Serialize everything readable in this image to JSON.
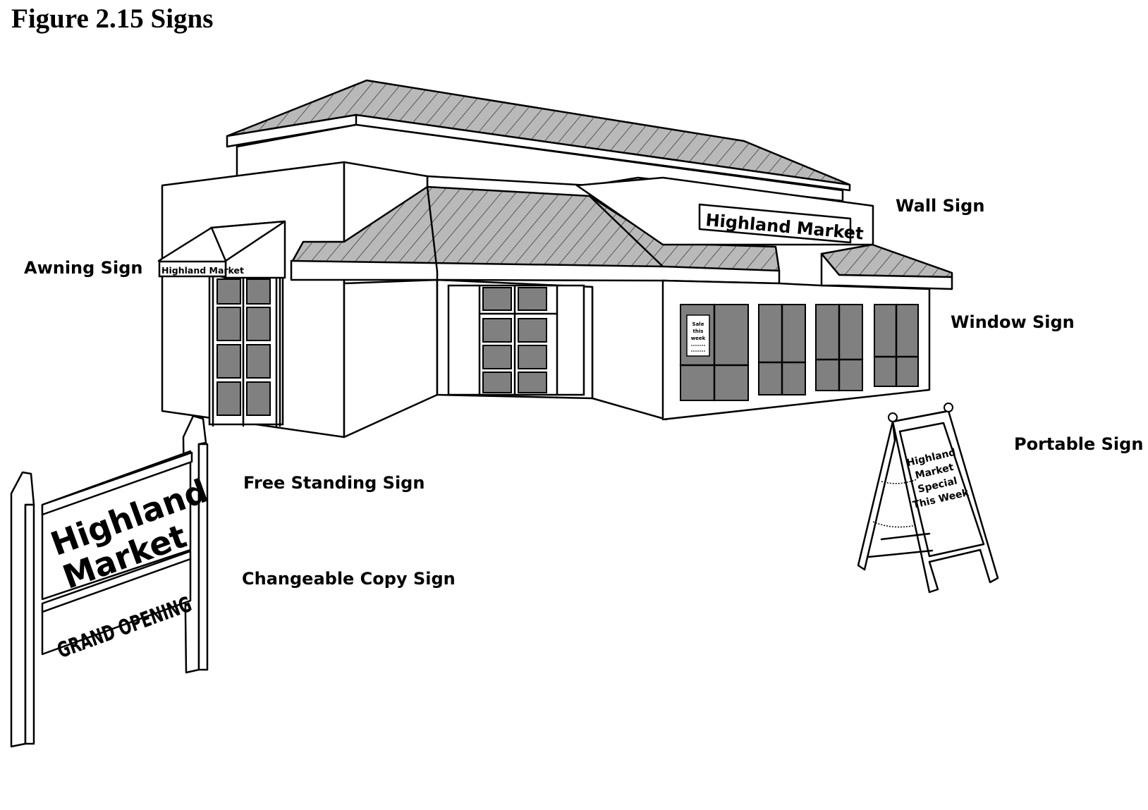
{
  "figure": {
    "title": "Figure 2.15 Signs"
  },
  "labels": {
    "wall_sign": "Wall Sign",
    "awning_sign": "Awning Sign",
    "window_sign": "Window Sign",
    "portable_sign": "Portable Sign",
    "free_standing_sign": "Free Standing Sign",
    "changeable_copy_sign": "Changeable Copy Sign"
  },
  "sign_texts": {
    "awning": "Highland Market",
    "wall": "Highland Market",
    "window_line1": "Sale",
    "window_line2": "this",
    "window_line3": "week",
    "portable_line1": "Highland",
    "portable_line2": "Market",
    "portable_line3": "Special",
    "portable_line4": "This Week",
    "freestanding_line1": "Highland",
    "freestanding_line2": "Market",
    "changeable_copy": "GRAND OPENING"
  },
  "colors": {
    "roof_fill": "#b9b9b9",
    "glass_fill": "#808080",
    "line": "#000000",
    "background": "#ffffff"
  }
}
